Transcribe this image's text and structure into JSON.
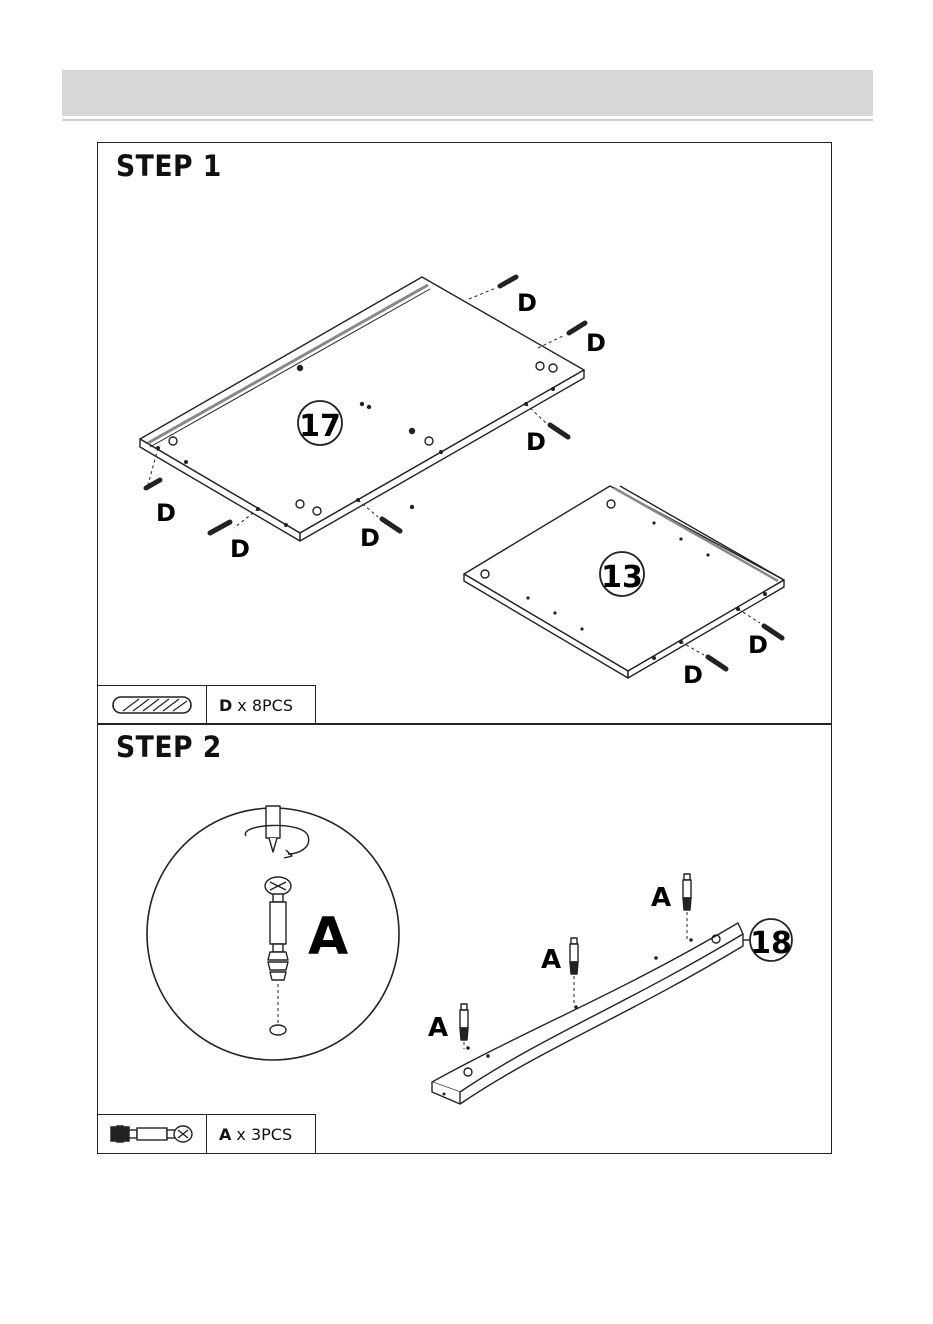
{
  "step1": {
    "title": "STEP 1",
    "panel_17_label": "17",
    "panel_13_label": "13",
    "dowel_callout": "D",
    "parts": {
      "letter": "D",
      "qty": "x 8PCS",
      "icon": "wood-dowel-icon"
    }
  },
  "step2": {
    "title": "STEP 2",
    "zoom_callout": "A",
    "rail_label": "18",
    "bolt_callout": "A",
    "parts": {
      "letter": "A",
      "qty": "x 3PCS",
      "icon": "cam-bolt-icon"
    }
  },
  "colors": {
    "header_bar": "#d8d8d8",
    "line": "#222222"
  }
}
